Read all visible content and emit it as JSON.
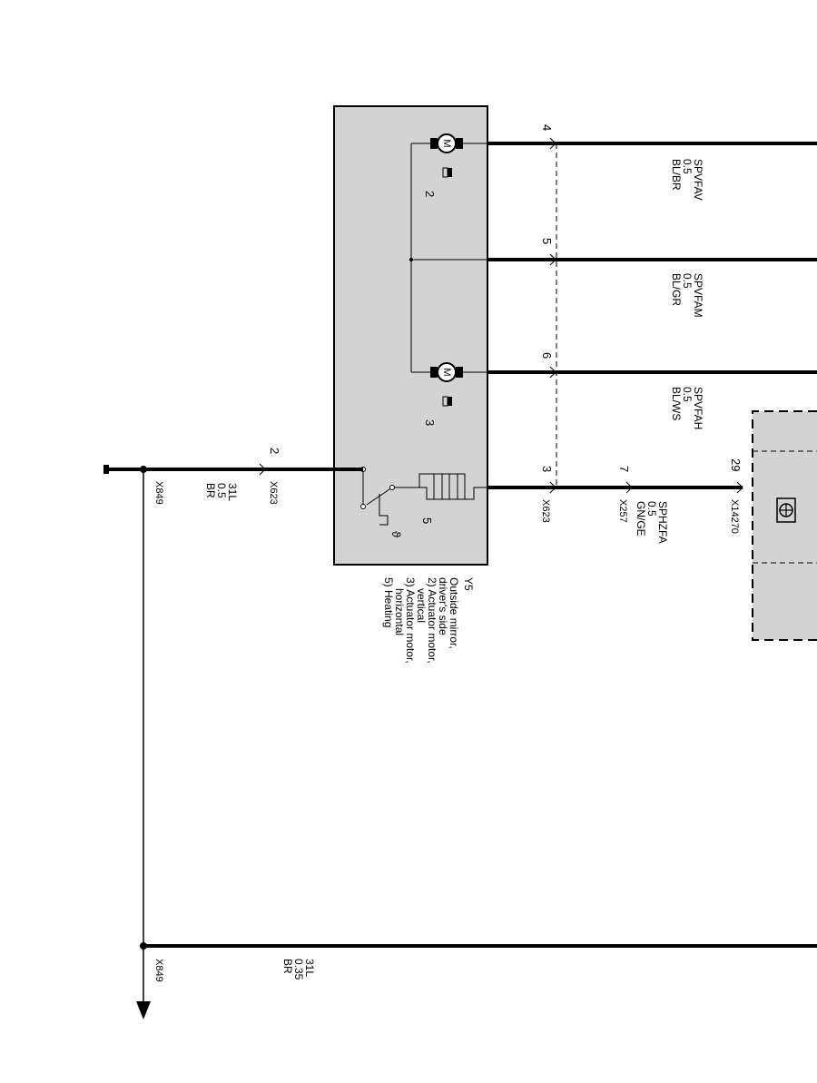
{
  "component_y5": {
    "id": "Y5",
    "desc": [
      "Outside mirror,",
      "driver's side",
      "2) Actuator motor,",
      "vertical",
      "3) Actuator motor,",
      "horizontal",
      "5) Heating"
    ],
    "motor_label": "M",
    "motor2_num": "2",
    "motor3_num": "3",
    "heater_num": "5",
    "thermo_sym": "ϑ"
  },
  "wires": [
    {
      "pin": "4",
      "line1": "SPVFAV",
      "line2": "0.5",
      "line3": "BL/BR"
    },
    {
      "pin": "5",
      "line1": "SPVFAM",
      "line2": "0.5",
      "line3": "BL/GR"
    },
    {
      "pin": "6",
      "line1": "SPVFAH",
      "line2": "0.5",
      "line3": "BL/WS"
    }
  ],
  "connectors": {
    "x623_pin2": "2",
    "x623_pin2_label": "X623",
    "x623_pin3": "3",
    "x623_pin3_label": "X623",
    "x257_pin": "7",
    "x257_label": "X257",
    "x14270_pin": "29",
    "x14270_label": "X14270"
  },
  "heater_wire": {
    "line1": "SPHZFA",
    "line2": "0.5",
    "line3": "GN/GE"
  },
  "ground_wire": {
    "line1": "31L",
    "line2": "0.5",
    "line3": "BR",
    "splice": "X849"
  },
  "bottom_wire": {
    "line1": "31L",
    "line2": "0.35",
    "line3": "BR",
    "splice": "X849"
  }
}
